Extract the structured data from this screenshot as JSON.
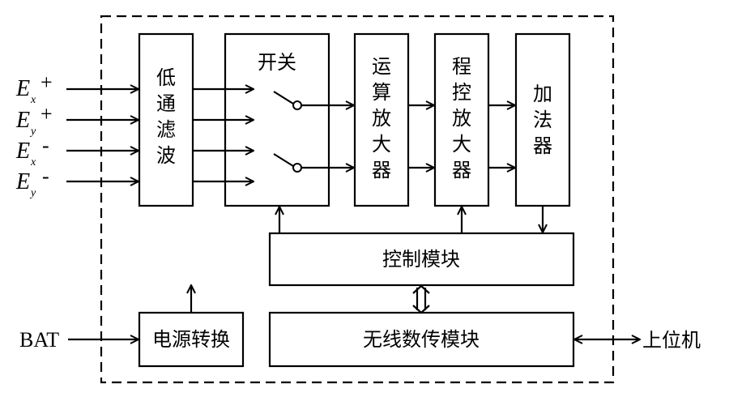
{
  "blocks": {
    "lowpass": [
      "低",
      "通",
      "滤",
      "波"
    ],
    "switch": "开关",
    "opamp": [
      "运",
      "算",
      "放",
      "大",
      "器"
    ],
    "pga": [
      "程",
      "控",
      "放",
      "大",
      "器"
    ],
    "adder": [
      "加",
      "法",
      "器"
    ],
    "control": "控制模块",
    "wireless": "无线数传模块",
    "power": "电源转换"
  },
  "inputs": [
    {
      "letter": "E",
      "sub": "x",
      "sign": "+"
    },
    {
      "letter": "E",
      "sub": "y",
      "sign": "+"
    },
    {
      "letter": "E",
      "sub": "x",
      "sign": "-"
    },
    {
      "letter": "E",
      "sub": "y",
      "sign": "-"
    }
  ],
  "bat_label": "BAT",
  "host_label": "上位机"
}
